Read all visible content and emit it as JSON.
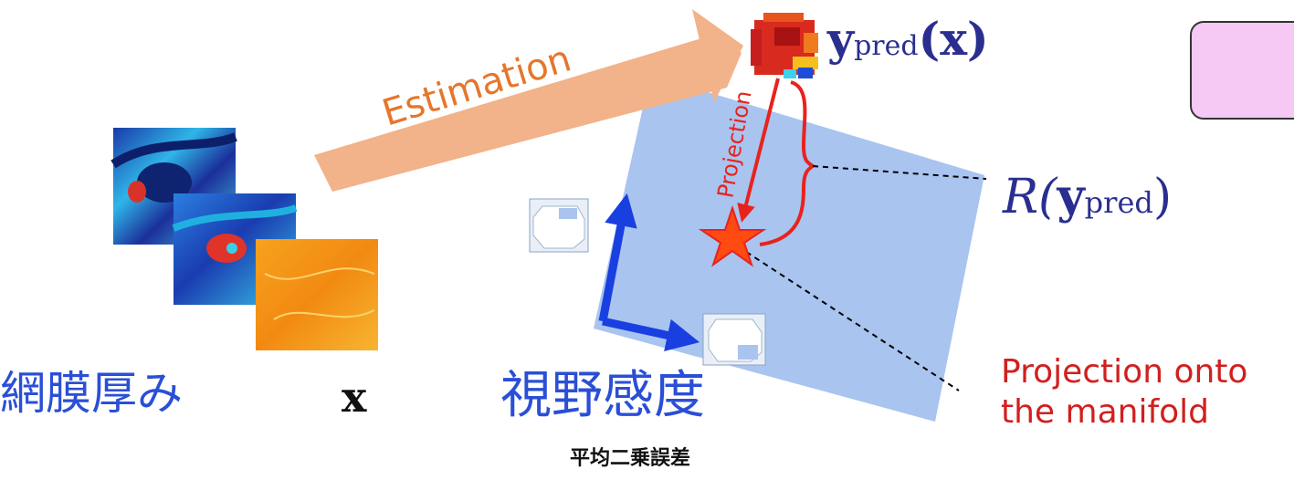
{
  "labels": {
    "estimation": "Estimation",
    "projection": "Projection",
    "y_pred_bold": "y",
    "y_pred_sub": "pred",
    "y_pred_arg": "(x)",
    "r_prefix": "R(",
    "r_y": "y",
    "r_sub": "pred",
    "r_suffix": ")",
    "projection_onto_line1": "Projection onto",
    "projection_onto_line2": "the manifold",
    "retina_thickness": "網膜厚み",
    "x_symbol": "x",
    "visual_field": "視野感度",
    "mse": "平均二乗誤差"
  },
  "colors": {
    "manifold": "#a9c4ef",
    "arrow_estimation": "#f2b28a",
    "basis_arrow": "#1a3fe0",
    "projection_arrow": "#e8231e",
    "star": "#ff4a12",
    "legend_box": "#f6c8f4",
    "jp_text": "#2a4fd6"
  },
  "icons": {
    "star": "star-icon",
    "retina_maps": "oct-thickness-map-image",
    "visual_field_grids": "visual-field-grid-image",
    "prediction_heatmap": "prediction-heatmap-image"
  }
}
